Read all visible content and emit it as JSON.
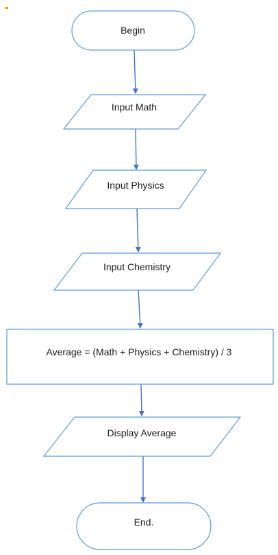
{
  "flowchart": {
    "nodes": [
      {
        "id": "begin",
        "shape": "terminal",
        "label": "Begin"
      },
      {
        "id": "input-math",
        "shape": "parallelogram",
        "label": "Input Math"
      },
      {
        "id": "input-physics",
        "shape": "parallelogram",
        "label": "Input Physics"
      },
      {
        "id": "input-chemistry",
        "shape": "parallelogram",
        "label": "Input Chemistry"
      },
      {
        "id": "average",
        "shape": "rectangle",
        "label": "Average = (Math + Physics + Chemistry) / 3"
      },
      {
        "id": "display-average",
        "shape": "parallelogram",
        "label": "Display Average"
      },
      {
        "id": "end",
        "shape": "terminal",
        "label": "End."
      }
    ],
    "edges": [
      {
        "from": "begin",
        "to": "input-math"
      },
      {
        "from": "input-math",
        "to": "input-physics"
      },
      {
        "from": "input-physics",
        "to": "input-chemistry"
      },
      {
        "from": "input-chemistry",
        "to": "average"
      },
      {
        "from": "average",
        "to": "display-average"
      },
      {
        "from": "display-average",
        "to": "end"
      }
    ],
    "colors": {
      "shape_stroke": "#5b9bd5",
      "connector": "#4472c4",
      "text": "#1a1a1a"
    }
  }
}
